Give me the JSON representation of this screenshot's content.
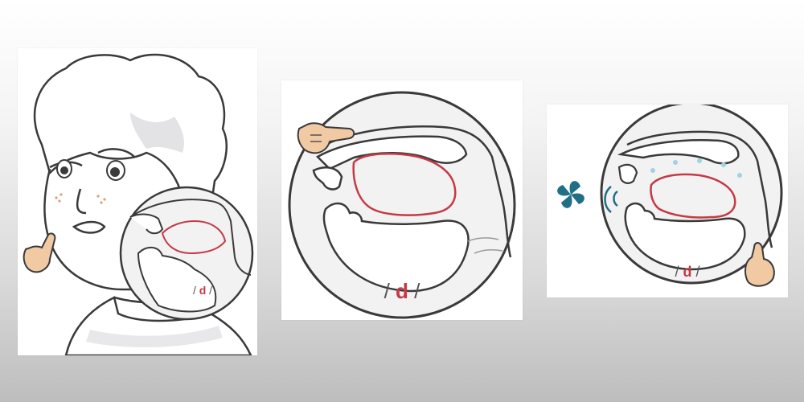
{
  "panels": [
    {
      "phoneme": {
        "open_slash": "/",
        "symbol": "d",
        "close_slash": "/"
      }
    },
    {
      "phoneme": {
        "open_slash": "/",
        "symbol": "d",
        "close_slash": "/"
      }
    },
    {
      "phoneme": {
        "open_slash": "/",
        "symbol": "d",
        "close_slash": "/"
      }
    }
  ],
  "icons": {
    "panel_1": [
      "boy-face-illustration",
      "pointing-finger-icon",
      "mouth-cross-section-diagram"
    ],
    "panel_2": [
      "pointing-finger-icon",
      "mouth-cross-section-diagram"
    ],
    "panel_3": [
      "airflow-fan-icon",
      "sound-wave-icon",
      "air-dots-icon",
      "pointing-finger-icon",
      "mouth-cross-section-diagram"
    ]
  },
  "colors": {
    "outline": "#3a3a3a",
    "tongue_highlight": "#c43a45",
    "skin": "#f1c9a3",
    "fan_icon": "#1f6f86",
    "airflow_dots": "#9fd3e2",
    "inner_shade": "#e8e8ea"
  }
}
